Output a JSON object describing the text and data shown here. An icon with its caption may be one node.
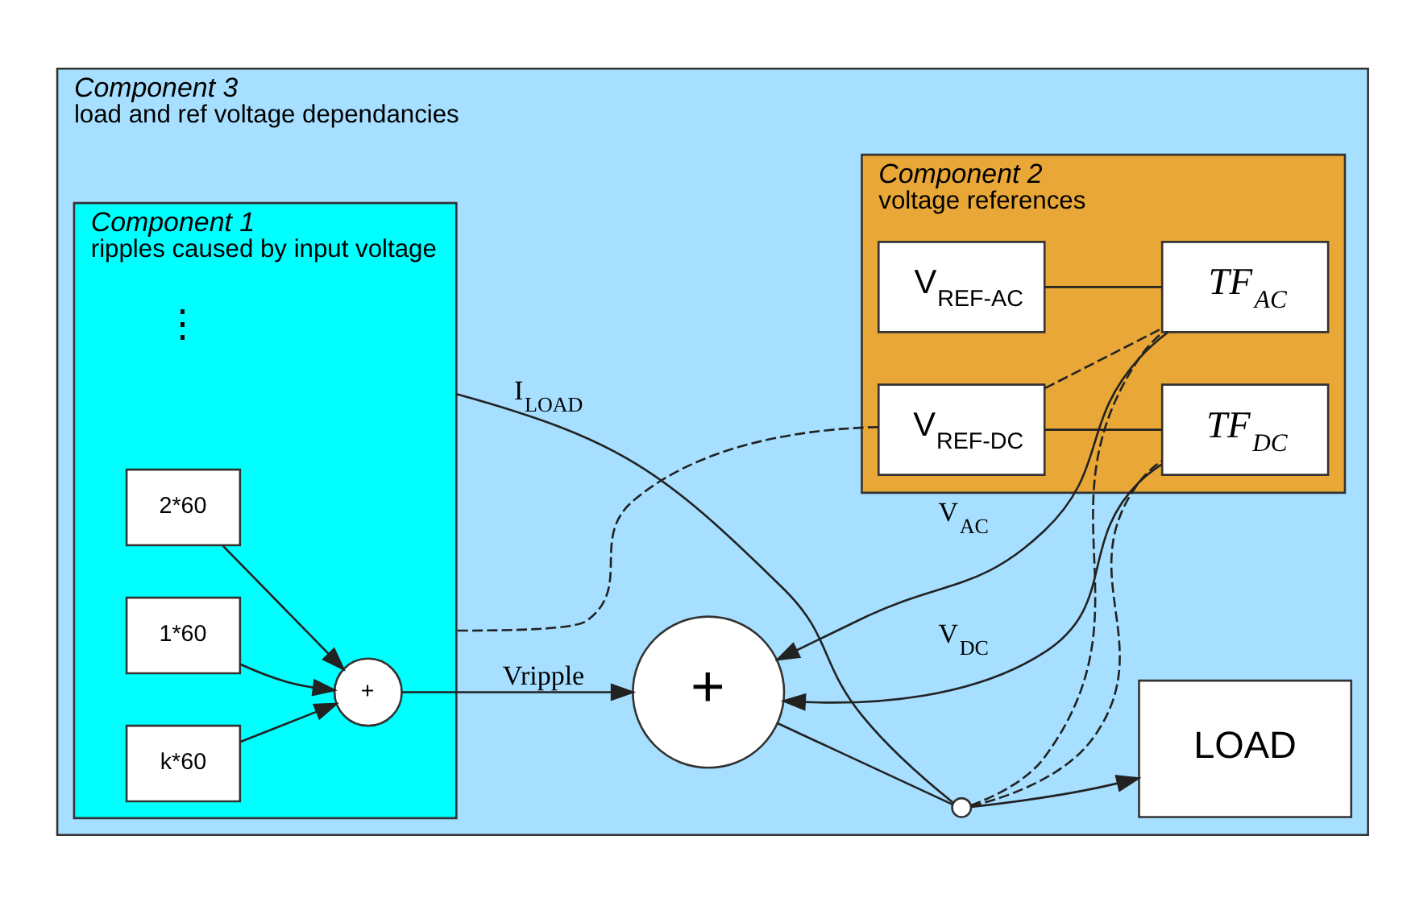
{
  "diagram": {
    "nodes": [
      {
        "text": [
          "Component 3",
          "load and ref voltage dependancies"
        ]
      },
      {
        "text": [
          "Component 1",
          "ripples caused by input voltage"
        ],
        "in": 0
      },
      {
        "text": [
          "1*60"
        ],
        "in": 1
      },
      {
        "text": [
          "2*60"
        ],
        "in": 1
      },
      {
        "text": [
          "k*60"
        ],
        "in": 1
      },
      {
        "text": [
          "+"
        ],
        "in": 1
      },
      {
        "text": [
          "Component 2",
          "voltage references"
        ],
        "in": 0
      },
      {
        "text": [
          "V$_{REF-AC}$"
        ],
        "in": 6
      },
      {
        "text": [
          "V$_{REF-DC}$"
        ],
        "in": 6
      },
      {
        "text": [
          "TF$_{AC}$"
        ],
        "in": 6
      },
      {
        "text": [
          "TF$_{DC}$"
        ],
        "in": 6
      },
      {
        "text": [
          "+"
        ],
        "in": 0
      },
      {
        "text": [
          "LOAD"
        ],
        "in": 0
      },
      {
        "text": [],
        "shape": "circle",
        "in": 0
      }
    ],
    "edges": [
      {
        "from": 2,
        "to": 5,
        "arrow": "to"
      },
      {
        "from": 3,
        "to": 5,
        "arrow": "to"
      },
      {
        "from": 4,
        "to": 5,
        "arrow": "to"
      },
      {
        "from": 5,
        "to": 11,
        "arrow": "to",
        "label": "Vripple"
      },
      {
        "from": 7,
        "to": 9,
        "arrow": "none"
      },
      {
        "from": 8,
        "to": 10,
        "arrow": "none"
      },
      {
        "from": 9,
        "to": 11,
        "arrow": "to",
        "label": "V$_{AC}$"
      },
      {
        "from": 10,
        "to": 11,
        "arrow": "to",
        "label": "V$_{DC}$"
      },
      {
        "from": 11,
        "to": 13,
        "arrow": "none"
      },
      {
        "from": 13,
        "to": 12,
        "arrow": "to"
      },
      {
        "from": 13,
        "to": 1,
        "arrow": "none",
        "label": "I$_{LOAD}$"
      },
      {
        "from": 13,
        "to": 9,
        "arrow": "none",
        "style": "dashed"
      },
      {
        "from": 13,
        "to": 10,
        "arrow": "none",
        "style": "dashed"
      },
      {
        "from": 8,
        "to": 1,
        "arrow": "none",
        "style": "dashed"
      },
      {
        "from": 8,
        "to": 9,
        "arrow": "none",
        "style": "dashed"
      }
    ],
    "labels": [
      "⋮"
    ]
  }
}
